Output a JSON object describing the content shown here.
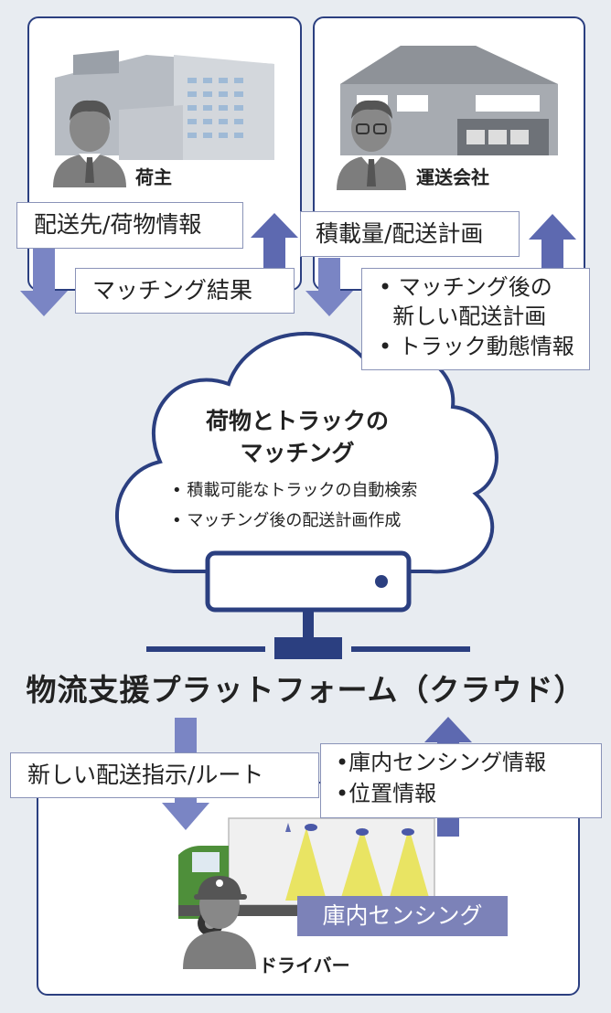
{
  "shipper": {
    "label": "荷主"
  },
  "carrier": {
    "label": "運送会社"
  },
  "shipper_up_label": "配送先/荷物情報",
  "shipper_down_label": "マッチング結果",
  "carrier_up_label": "積載量/配送計画",
  "carrier_down_items": [
    "マッチング後の",
    "新しい配送計画",
    "トラック動態情報"
  ],
  "cloud": {
    "title_line1": "荷物とトラックの",
    "title_line2": "マッチング",
    "bullets": [
      "積載可能なトラックの自動検索",
      "マッチング後の配送計画作成"
    ]
  },
  "platform_title": "物流支援プラットフォーム（クラウド）",
  "driver_down_label": "新しい配送指示/ルート",
  "driver_up_items": [
    "庫内センシング情報",
    "位置情報"
  ],
  "sensing_label": "庫内センシング",
  "driver": {
    "label": "ドライバー"
  },
  "colors": {
    "navy": "#2b3f80",
    "arrow": "#5d69b0",
    "sensing_box": "#7c82b8",
    "truck_green": "#4e8f3a",
    "person_gray": "#7d7d7d"
  }
}
